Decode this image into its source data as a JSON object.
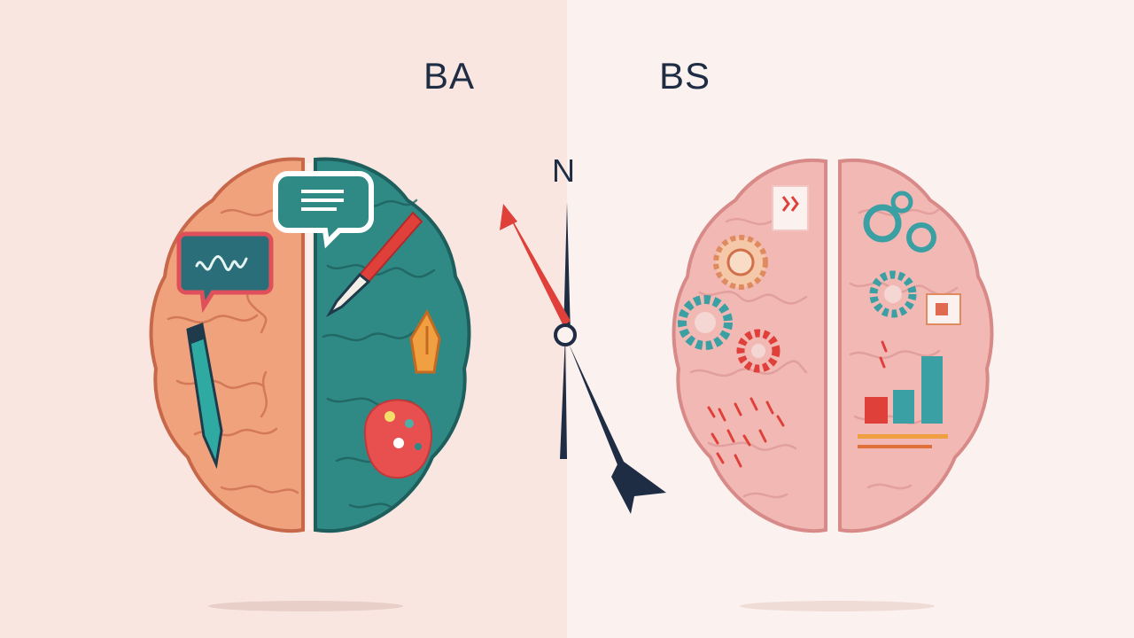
{
  "labels": {
    "left": "BA",
    "right": "BS",
    "compass": "N"
  },
  "icons": {
    "left_brain": [
      "chat-bubble-icon",
      "waveform-bubble-icon",
      "pen-icon",
      "paintbrush-icon",
      "pen-nib-icon",
      "paint-palette-icon"
    ],
    "right_brain": [
      "document-icon",
      "gear-icon",
      "bar-chart-icon",
      "sound-wave-icon"
    ],
    "center": "compass-needle-icon"
  },
  "colors": {
    "left_bg": "#f9e6e1",
    "right_bg": "#fbf1ee",
    "left_hemisphere": "#f0a27c",
    "teal_hemisphere": "#2f8a86",
    "pink_brain": "#f2b8b4",
    "accent_red": "#e0403a",
    "navy": "#1f2d44"
  }
}
